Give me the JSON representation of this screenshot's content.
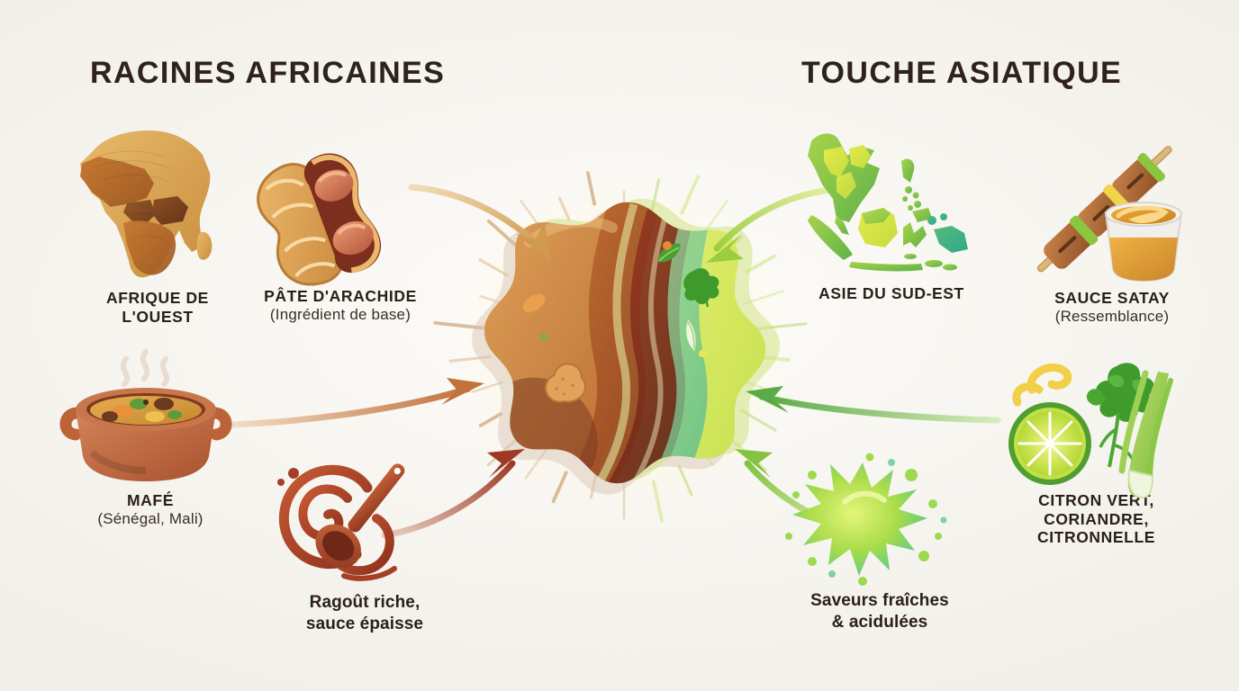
{
  "headers": {
    "left": "RACINES AFRICAINES",
    "right": "TOUCHE ASIATIQUE"
  },
  "left_nodes": [
    {
      "icon": "africa-map-icon",
      "title_line1": "AFRIQUE DE",
      "title_line2": "L'OUEST",
      "subtitle": ""
    },
    {
      "icon": "peanut-icon",
      "title_line1": "PÂTE D'ARACHIDE",
      "title_line2": "",
      "subtitle": "(Ingrédient de base)"
    },
    {
      "icon": "stew-pot-icon",
      "title_line1": "MAFÉ",
      "title_line2": "",
      "subtitle": "(Sénégal, Mali)"
    },
    {
      "icon": "sauce-swirl-spoon-icon",
      "title_line1": "Ragoût riche,",
      "title_line2": "sauce épaisse",
      "subtitle": ""
    }
  ],
  "right_nodes": [
    {
      "icon": "southeast-asia-map-icon",
      "title_line1": "ASIE DU SUD-EST",
      "title_line2": "",
      "subtitle": ""
    },
    {
      "icon": "satay-skewer-icon",
      "title_line1": "SAUCE SATAY",
      "title_line2": "",
      "subtitle": "(Ressemblance)"
    },
    {
      "icon": "lime-coriander-lemongrass-icon",
      "title_line1": "CITRON VERT,",
      "title_line2": "CORIANDRE,",
      "title_line3": "CITRONNELLE",
      "subtitle": ""
    },
    {
      "icon": "green-splash-icon",
      "title_line1": "Saveurs fraîches",
      "title_line2": "& acidulées",
      "subtitle": ""
    }
  ],
  "center": {
    "icon": "fusion-blob-icon",
    "description": "Blob de fusion : tourbillons bruns et oranges à gauche fondus en verts et jaunes à droite, avec cacahuète, feuilles de coriandre et basilic"
  },
  "arrows": [
    {
      "name": "arrow-peanut-to-center",
      "direction": "down-right",
      "color": "#cf9a4e"
    },
    {
      "name": "arrow-mafe-to-center",
      "direction": "right",
      "color": "#c2713a"
    },
    {
      "name": "arrow-stew-to-center",
      "direction": "up-right",
      "color": "#9e3a24"
    },
    {
      "name": "arrow-seasia-to-center",
      "direction": "down-left",
      "color": "#9ccd3f"
    },
    {
      "name": "arrow-lime-to-center",
      "direction": "left",
      "color": "#5aab45"
    },
    {
      "name": "arrow-splash-to-center",
      "direction": "up-left",
      "color": "#83c341"
    }
  ],
  "colors": {
    "background": "#f7f5f0",
    "text": "#2b2018",
    "africa_warm": "#b5762f",
    "asia_green": "#8ec63f",
    "fusion_brown": "#a85a2a",
    "fusion_green": "#b5d94a",
    "accent_gold": "#d6a249",
    "accent_deep_red": "#8e3420"
  }
}
